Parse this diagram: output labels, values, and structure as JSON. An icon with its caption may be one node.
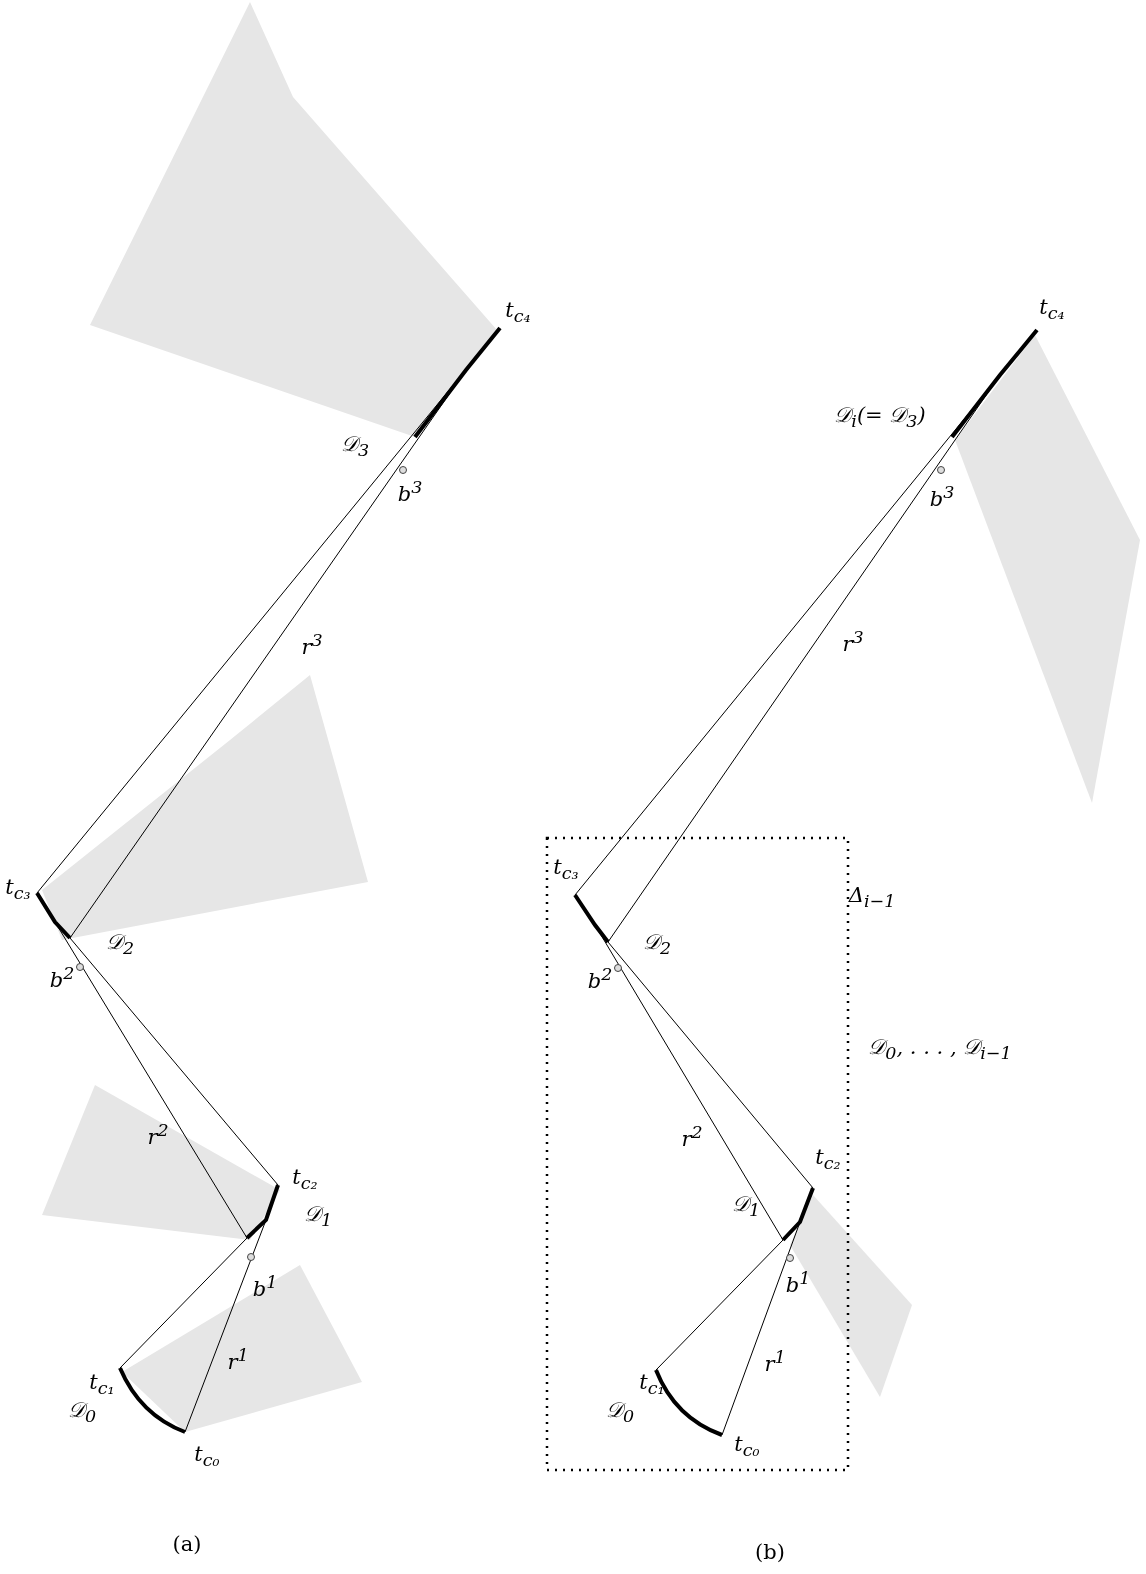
{
  "diagram": {
    "labels": [
      "t$_{c₄}$",
      "𝒟$_{3}$",
      "b$^{3}$",
      "r$^{3}$",
      "t$_{c₃}$",
      "𝒟$_{2}$",
      "b$^{2}$",
      "r$^{2}$",
      "t$_{c₂}$",
      "𝒟$_{1}$",
      "b$^{1}$",
      "r$^{1}$",
      "t$_{c₁}$",
      "𝒟$_{0}$",
      "t$_{c₀}$",
      "(a)",
      "t$_{c₄}$",
      "𝒟$_{i}$(= 𝒟$_{3}$)",
      "b$^{3}$",
      "r$^{3}$",
      "t$_{c₃}$",
      "Δ$_{i−1}$",
      "𝒟$_{2}$",
      "b$^{2}$",
      "𝒟$_{0}$, . . . , 𝒟$_{i−1}$",
      "r$^{2}$",
      "t$_{c₂}$",
      "𝒟$_{1}$",
      "b$^{1}$",
      "t$_{c₁}$",
      "r$^{1}$",
      "𝒟$_{0}$",
      "t$_{c₀}$",
      "(b)"
    ]
  }
}
